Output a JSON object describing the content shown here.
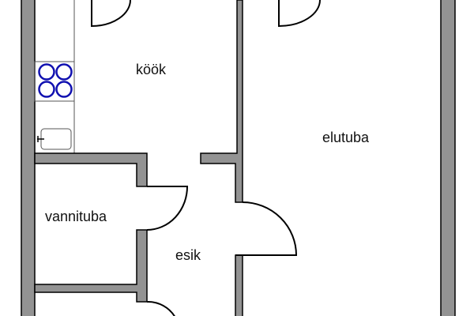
{
  "rooms": {
    "kitchen": "köök",
    "bathroom": "vannituba",
    "hall": "esik",
    "living_room": "elutuba"
  },
  "colors": {
    "wall": "#939393",
    "burner": "#1010b0",
    "background": "#ffffff"
  }
}
